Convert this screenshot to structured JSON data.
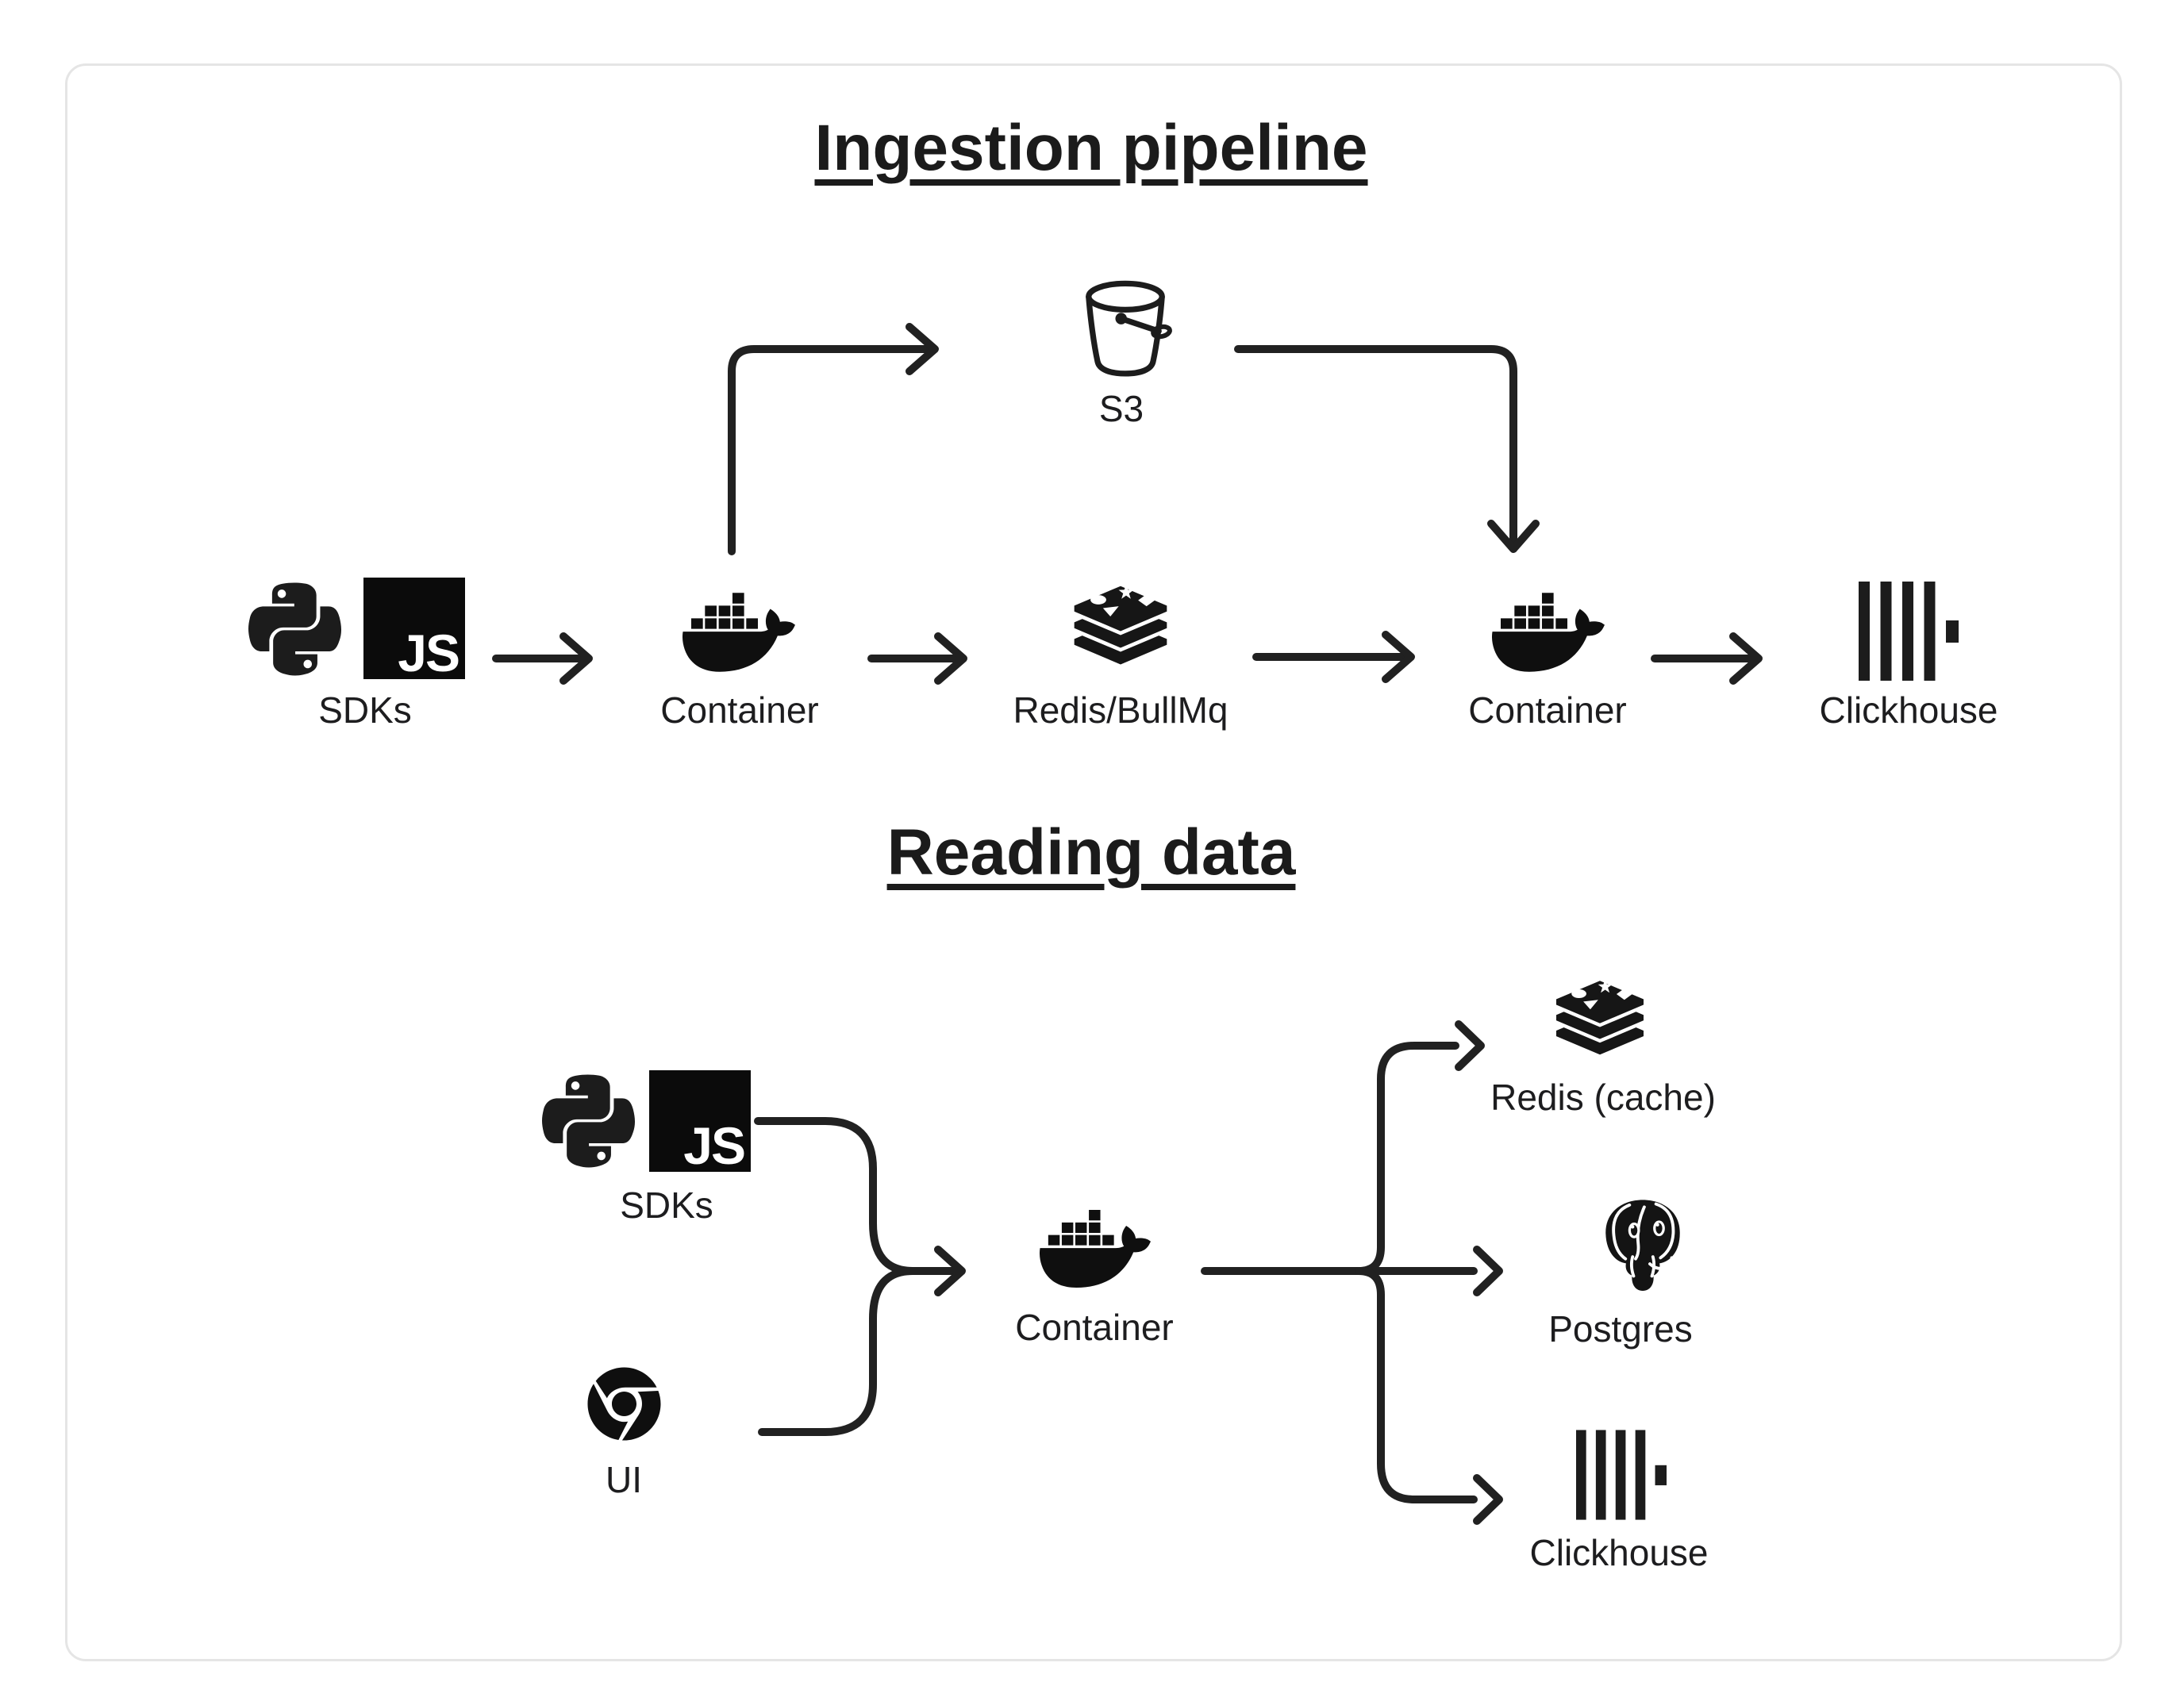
{
  "ingestion": {
    "title": "Ingestion pipeline",
    "s3": {
      "label": "S3"
    },
    "sdks": {
      "label": "SDKs"
    },
    "container_in": {
      "label": "Container"
    },
    "queue": {
      "label": "Redis/BullMq"
    },
    "container_worker": {
      "label": "Container"
    },
    "warehouse": {
      "label": "Clickhouse"
    }
  },
  "reading": {
    "title": "Reading data",
    "sdks": {
      "label": "SDKs"
    },
    "ui": {
      "label": "UI"
    },
    "container": {
      "label": "Container"
    },
    "cache": {
      "label": "Redis (cache)"
    },
    "database": {
      "label": "Postgres"
    },
    "warehouse": {
      "label": "Clickhouse"
    }
  },
  "js_badge": "JS",
  "icons": {
    "sdks": [
      "python-icon",
      "js-icon"
    ],
    "container": "docker-whale-icon",
    "queue": "redis-icon",
    "object_storage": "s3-bucket-icon",
    "warehouse": "clickhouse-icon",
    "ui": "chrome-icon",
    "database": "postgres-icon"
  },
  "colors": {
    "ink": "#1c1c1c",
    "line": "#212121",
    "card_border": "#e5e5e5",
    "background": "#ffffff"
  }
}
